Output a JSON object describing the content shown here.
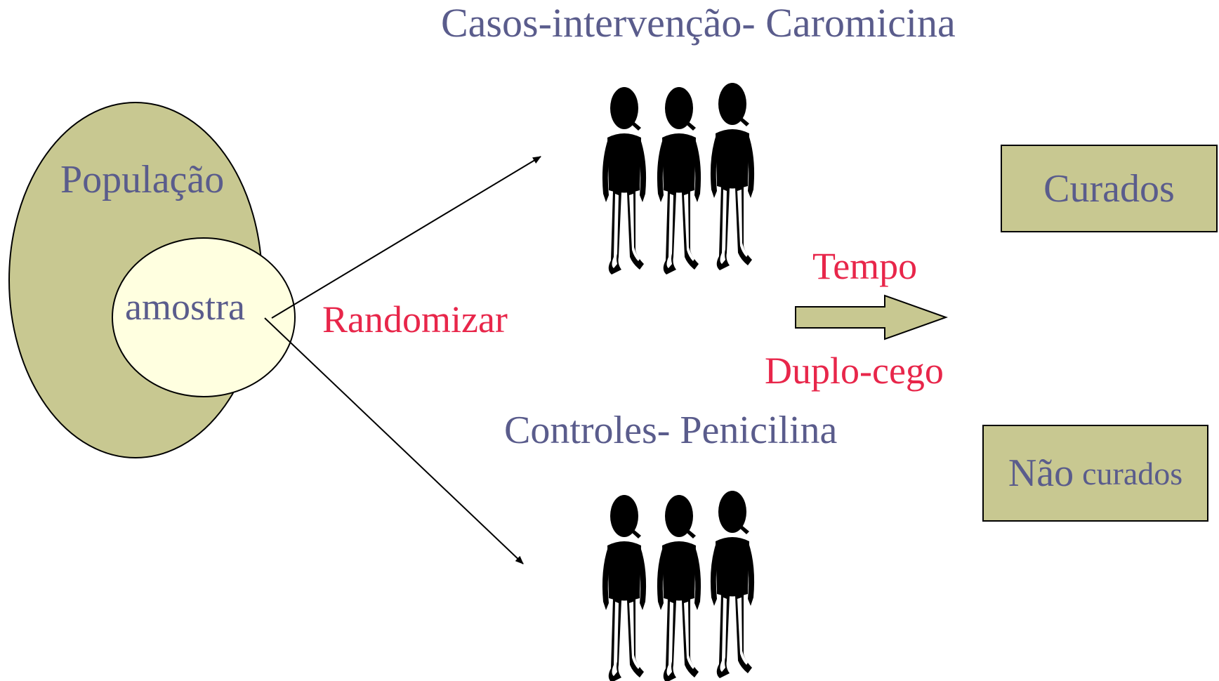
{
  "title_intervention": "Casos-intervenção- Caromicina",
  "title_control": "Controles- Penicilina",
  "population_label": "População",
  "sample_label": "amostra",
  "randomize_label": "Randomizar",
  "time_label": "Tempo",
  "blinding_label": "Duplo-cego",
  "outcome_cured": "Curados",
  "outcome_not_cured_word1": "Não",
  "outcome_not_cured_word2": "curados",
  "colors": {
    "text_blue": "#5a5c8c",
    "text_red": "#e8264a",
    "population_fill": "#c8c891",
    "sample_fill": "#ffffe0",
    "box_fill": "#c8c891",
    "figure": "#000000"
  }
}
